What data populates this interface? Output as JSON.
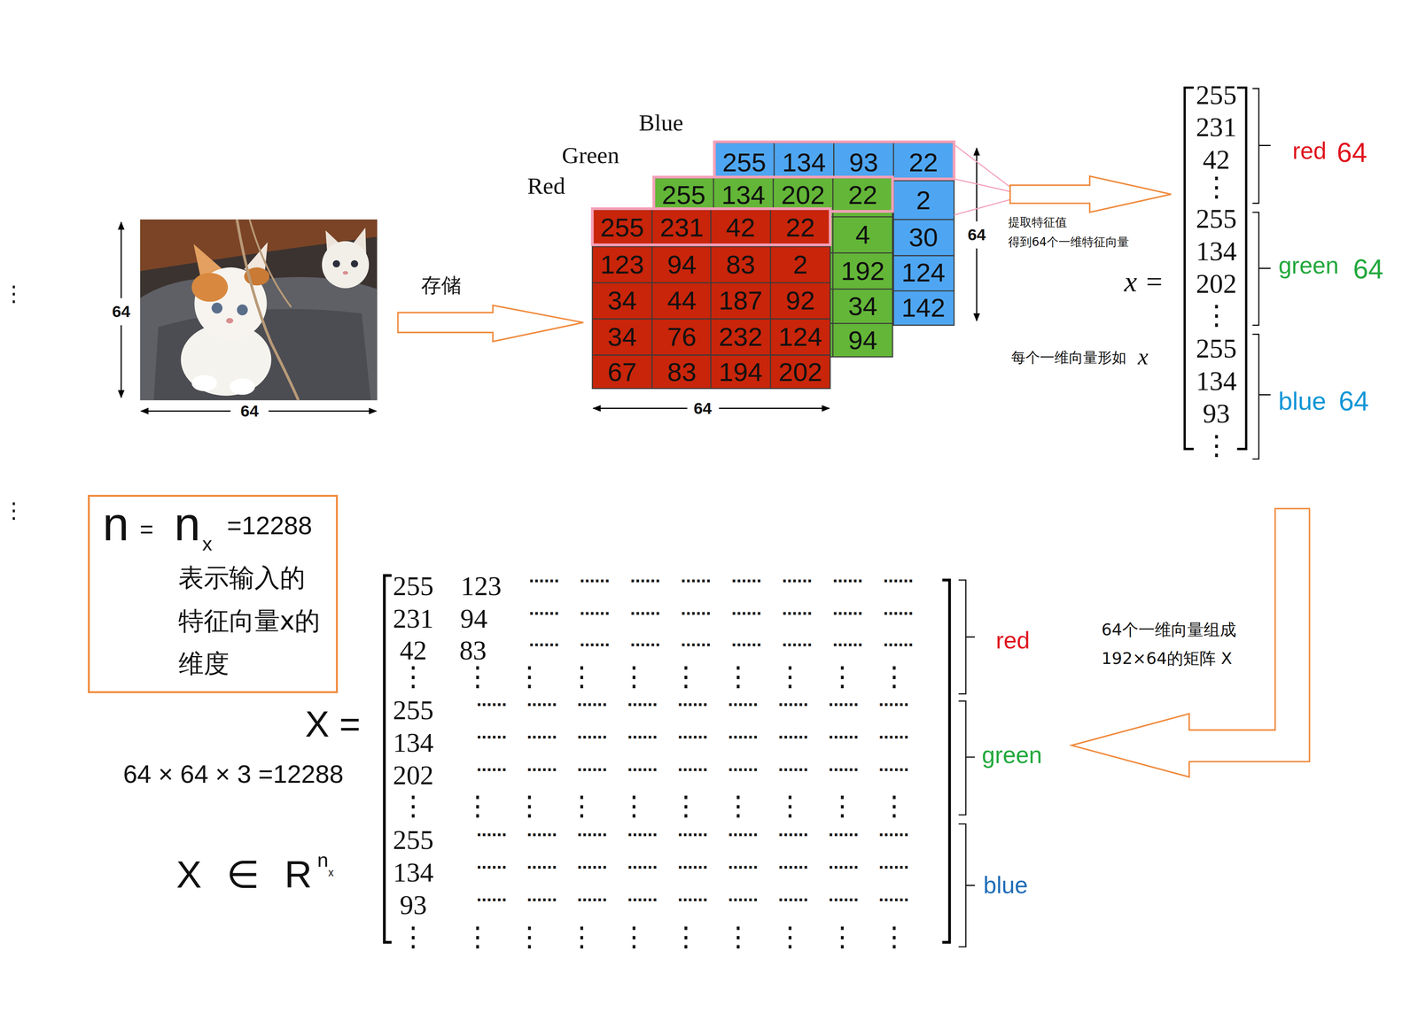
{
  "diagram": {
    "nodes": [
      {
        "text": [
          "n",
          "=",
          "n",
          "x",
          "=12288",
          "表示输入的 特征向量x的 维度"
        ]
      }
    ],
    "labels": [
      "⋮",
      "⋮",
      "64",
      "64",
      "存储",
      "Blue",
      "Green",
      "Red",
      "255",
      "134",
      "93",
      "22",
      "2",
      "30",
      "124",
      "142",
      "255",
      "134",
      "202",
      "22",
      "4",
      "192",
      "34",
      "94",
      "255",
      "231",
      "42",
      "22",
      "123",
      "94",
      "83",
      "2",
      "34",
      "44",
      "187",
      "92",
      "34",
      "76",
      "232",
      "124",
      "67",
      "83",
      "194",
      "202",
      "64",
      "64",
      "提取特征值",
      "得到64个一维特征向量",
      "每个一维向量形如",
      "x",
      "x =",
      "255",
      "231",
      "42",
      "⋮",
      "255",
      "134",
      "202",
      "⋮",
      "255",
      "134",
      "93",
      "⋮",
      "red",
      "64",
      "green",
      "64",
      "blue",
      "64",
      "64个一维向量组成",
      "192×64的矩阵 X",
      "X =",
      "64 × 64 × 3 =12288",
      "X ∈ R",
      "n",
      "x",
      "255",
      "231",
      "42",
      "⋮",
      "255",
      "134",
      "202",
      "⋮",
      "255",
      "134",
      "93",
      "⋮",
      "123",
      "94",
      "83",
      "...... ...... ...... ...... ...... ...... ...... ......",
      "...... ...... ...... ...... ...... ...... ...... ......",
      "...... ...... ...... ...... ...... ...... ...... ......",
      "...... ...... ...... ...... ...... ...... ...... ...... ......",
      "...... ...... ...... ...... ...... ...... ...... ...... ......",
      "...... ...... ...... ...... ...... ...... ...... ...... ......",
      "...... ...... ...... ...... ...... ...... ...... ...... ......",
      "...... ...... ...... ...... ...... ...... ...... ...... ......",
      "...... ...... ...... ...... ...... ...... ...... ...... ......",
      "⋮ ⋮ ⋮ ⋮ ⋮ ⋮ ⋮ ⋮ ⋮",
      "⋮ ⋮ ⋮ ⋮ ⋮ ⋮ ⋮ ⋮ ⋮",
      "⋮ ⋮ ⋮ ⋮ ⋮ ⋮ ⋮ ⋮ ⋮",
      "red",
      "green",
      "blue"
    ]
  }
}
